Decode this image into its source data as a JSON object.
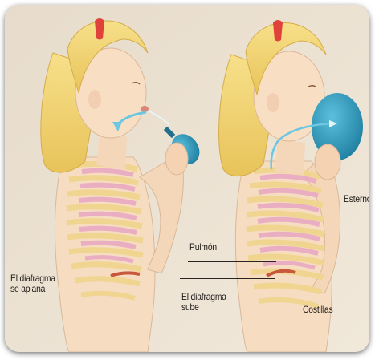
{
  "labels": {
    "diaphragm_flattens_line1": "El diafragma",
    "diaphragm_flattens_line2": "se aplana",
    "lung": "Pulmón",
    "diaphragm_rises_line1": "El diafragma",
    "diaphragm_rises_line2": "sube",
    "sternum": "Esternón",
    "ribs": "Costillas"
  },
  "colors": {
    "background": "#ede3d4",
    "hair": "#f2d36a",
    "skin": "#f6dcc0",
    "rib": "#f0d590",
    "lung": "#e9a7c4",
    "diaphragm": "#c9573c",
    "balloon": "#2e93b4",
    "airflow": "#6cc7e2",
    "hair_clip": "#e0413a"
  }
}
